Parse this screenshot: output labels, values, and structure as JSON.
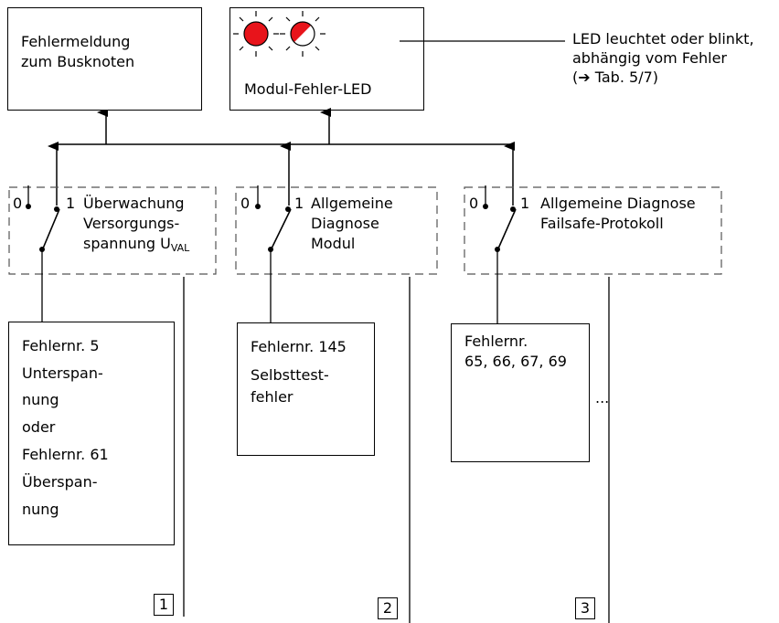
{
  "bus_box": {
    "lines": [
      "Fehlermeldung",
      "zum Busknoten"
    ]
  },
  "led_box": {
    "label": "Modul-Fehler-LED"
  },
  "led_note": {
    "line1": "LED leuchtet oder blinkt,",
    "line2": "abhängig vom Fehler",
    "line3_arrow": "➔",
    "line3": "Tab. 5/7)",
    "line3_open": "("
  },
  "colors": {
    "led_red": "#e8141b",
    "line": "#000000",
    "dash": "#555555"
  },
  "switches": [
    {
      "state_off": "0",
      "state_on": "1",
      "lines": [
        "Überwachung",
        "Versorgungs-",
        "spannung U"
      ],
      "sub": "VAL"
    },
    {
      "state_off": "0",
      "state_on": "1",
      "lines": [
        "Allgemeine",
        "Diagnose",
        "Modul"
      ]
    },
    {
      "state_off": "0",
      "state_on": "1",
      "lines": [
        "Allgemeine Diagnose",
        "Failsafe-Protokoll"
      ]
    }
  ],
  "errors": [
    {
      "lines": [
        "Fehlernr. 5",
        "Unterspan-",
        "nung",
        "oder",
        "Fehlernr. 61",
        "Überspan-",
        "nung"
      ]
    },
    {
      "lines": [
        "Fehlernr. 145",
        "Selbsttest-",
        "fehler"
      ]
    },
    {
      "lines": [
        "Fehlernr.",
        "65, 66, 67, 69"
      ]
    }
  ],
  "ellipsis": "...",
  "refs": [
    "1",
    "2",
    "3"
  ]
}
